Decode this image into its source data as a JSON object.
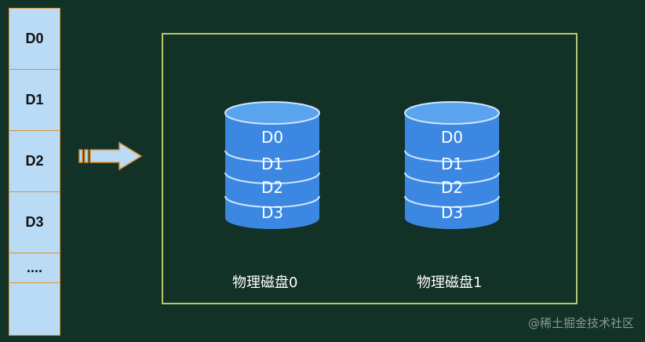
{
  "colors": {
    "background": "#123127",
    "block_fill": "#b9dbf6",
    "block_border": "#e0902e",
    "frame_border": "#b7c96a",
    "disk_fill": "#3b87e2",
    "disk_top": "#5aa3ef",
    "disk_line": "#cfe6ff",
    "arrow_fill": "#b9dbf6",
    "arrow_stroke": "#e0902e"
  },
  "stack": {
    "blocks": [
      "D0",
      "D1",
      "D2",
      "D3",
      "....",
      ""
    ]
  },
  "arrow": {
    "icon": "right-arrow-icon"
  },
  "disks": [
    {
      "label": "物理磁盘0",
      "segments": [
        "D0",
        "D1",
        "D2",
        "D3"
      ]
    },
    {
      "label": "物理磁盘1",
      "segments": [
        "D0",
        "D1",
        "D2",
        "D3"
      ]
    }
  ],
  "watermark": "@稀土掘金技术社区"
}
